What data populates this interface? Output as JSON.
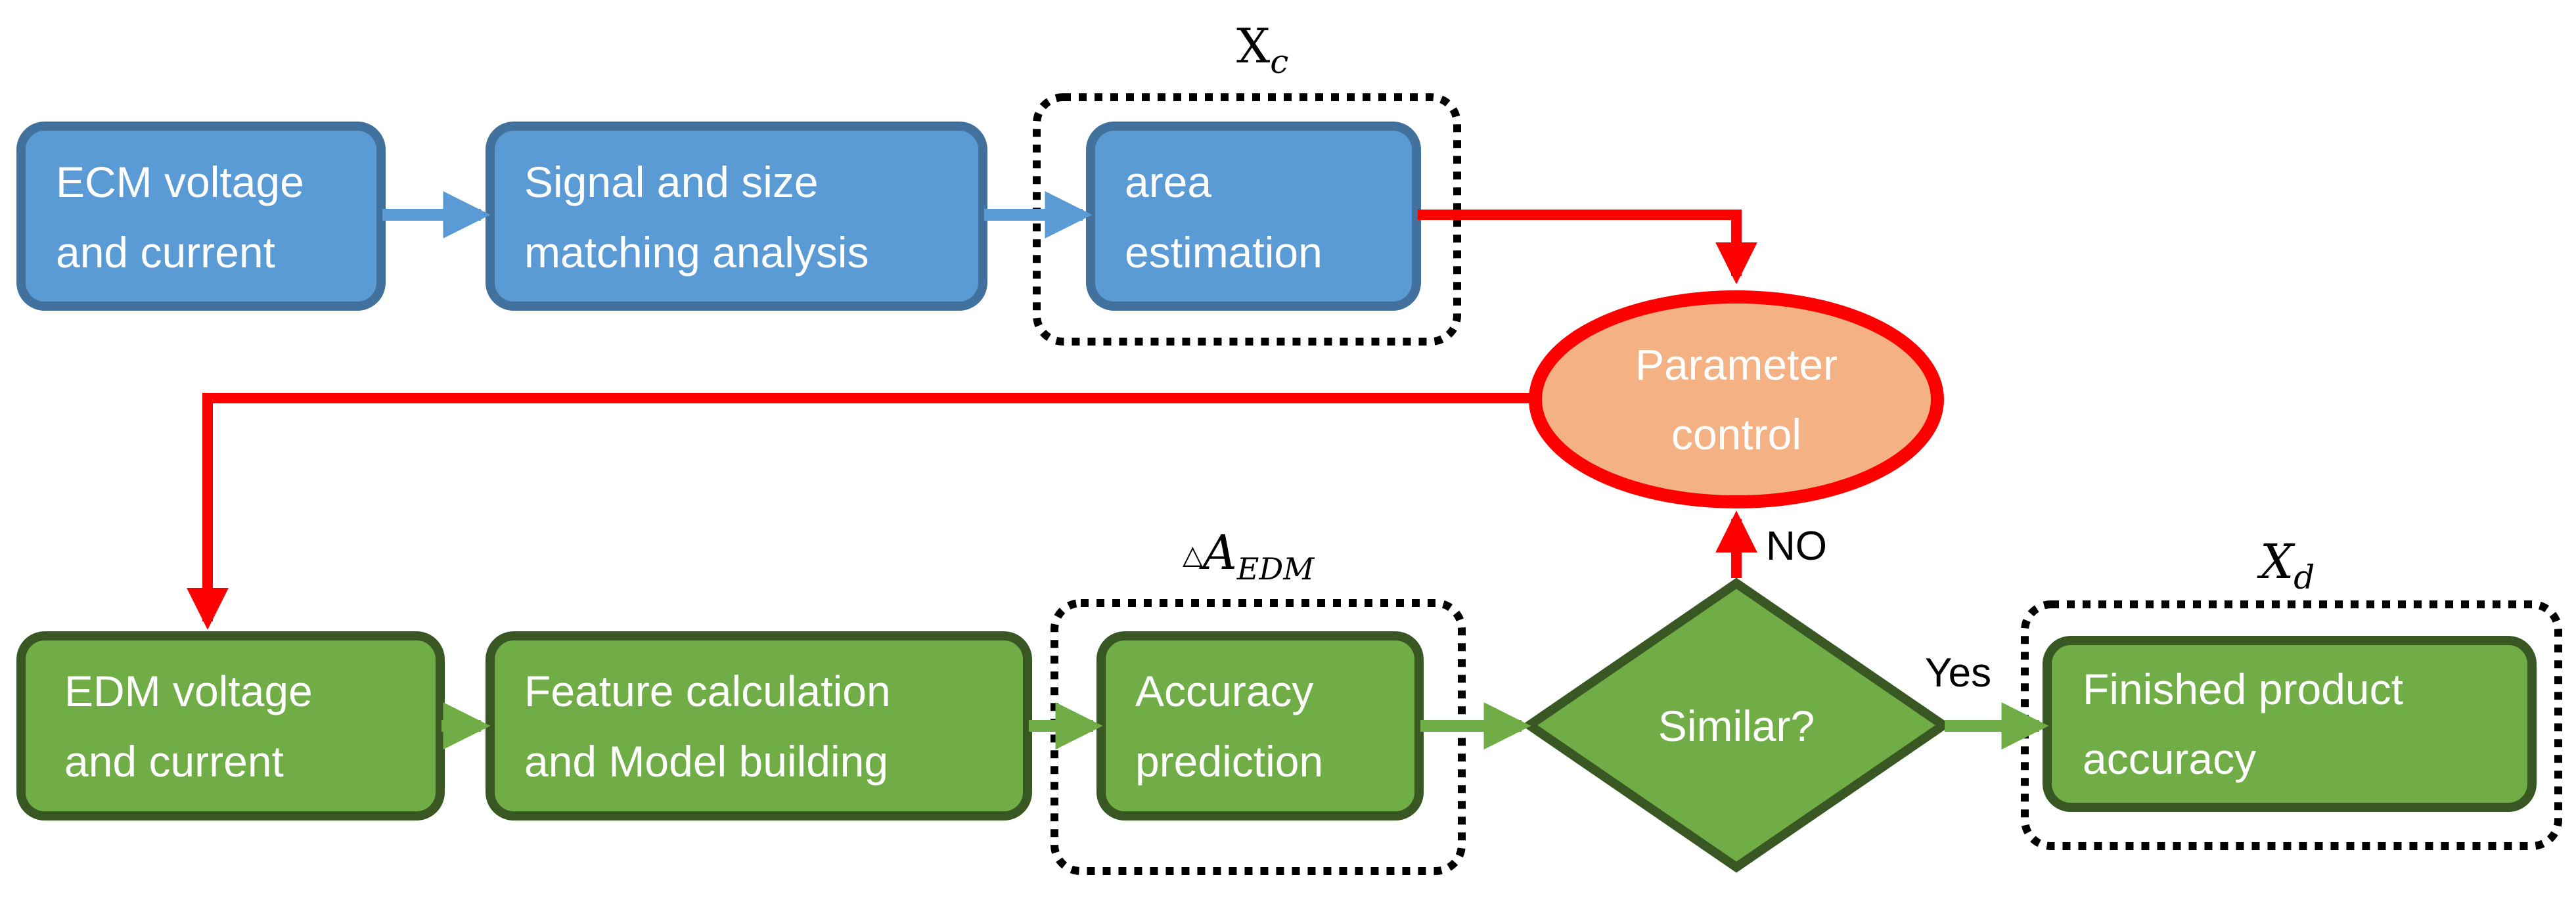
{
  "colors": {
    "blue_fill": "#5B9BD5",
    "blue_border": "#41719C",
    "green_fill": "#70AD47",
    "green_border": "#385723",
    "orange_fill": "#F4B183",
    "red": "#FF0000",
    "arrow_blue": "#5B9BD5",
    "arrow_green": "#70AD47",
    "dotted_frame": "#000000"
  },
  "top_row": {
    "ecm": {
      "line1": "ECM voltage",
      "line2": "and current"
    },
    "signal": {
      "line1": "Signal and size",
      "line2": "matching analysis"
    },
    "area": {
      "line1": "area",
      "line2": "estimation"
    }
  },
  "bottom_row": {
    "edm": {
      "line1": "EDM voltage",
      "line2": "and current"
    },
    "feature": {
      "line1": "Feature calculation",
      "line2": "and Model building"
    },
    "accuracy": {
      "line1": "Accuracy",
      "line2": "prediction"
    },
    "finished": {
      "line1": "Finished product",
      "line2": "accuracy"
    }
  },
  "decision": {
    "label": "Similar?",
    "yes_label": "Yes",
    "no_label": "NO"
  },
  "control": {
    "line1": "Parameter",
    "line2": "control"
  },
  "math_labels": {
    "xc_base": "X",
    "xc_sub": "c",
    "aedm_prefix": "△",
    "aedm_base": "A",
    "aedm_sub": "EDM",
    "xd_base": "X",
    "xd_sub": "d"
  }
}
